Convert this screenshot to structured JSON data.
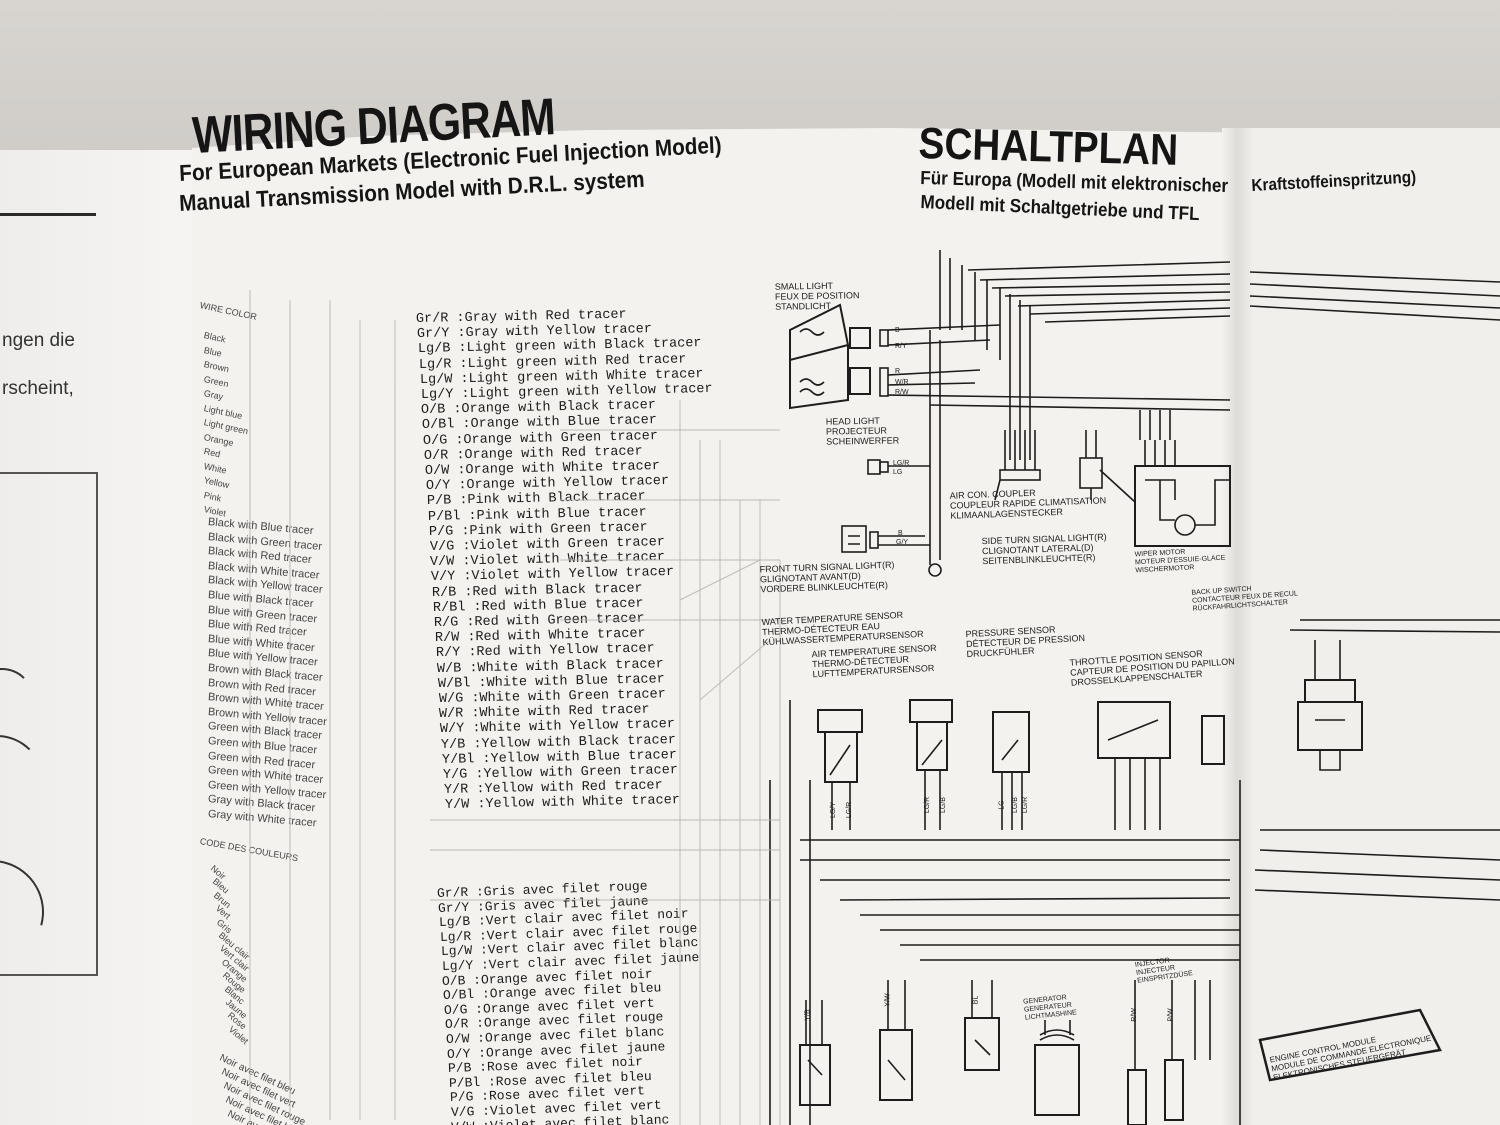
{
  "left_page": {
    "line1": "ngen die",
    "line2": "rscheint,"
  },
  "header_en": {
    "title": "WIRING DIAGRAM",
    "subtitle1": "For European Markets (Electronic Fuel Injection Model)",
    "subtitle2": "Manual Transmission Model with D.R.L. system"
  },
  "header_de": {
    "title": "SCHALTPLAN",
    "subtitle1a": "Für Europa (Modell mit elektronischer",
    "subtitle1b": "Kraftstoffeinspritzung)",
    "subtitle2": "Modell mit Schaltgetriebe und TFL"
  },
  "color_key_en": {
    "heading": "WIRE COLOR",
    "basic": [
      "Black",
      "Blue",
      "Brown",
      "Green",
      "Gray",
      "Light blue",
      "Light green",
      "Orange",
      "Red",
      "White",
      "Yellow",
      "Pink",
      "Violet"
    ],
    "tracer": [
      "Black with Blue tracer",
      "Black with Green tracer",
      "Black with Red tracer",
      "Black with White tracer",
      "Black with Yellow tracer",
      "Blue with Black tracer",
      "Blue with Green tracer",
      "Blue with Red tracer",
      "Blue with White tracer",
      "Blue with Yellow tracer",
      "Brown with Black tracer",
      "Brown with Red tracer",
      "Brown with White tracer",
      "Brown with Yellow tracer",
      "Green with Black tracer",
      "Green with Blue tracer",
      "Green with Red tracer",
      "Green with White tracer",
      "Green with Yellow tracer",
      "Gray with Black tracer",
      "Gray with White tracer"
    ],
    "coded": [
      "Gr/R  :Gray with Red tracer",
      "Gr/Y  :Gray with Yellow tracer",
      "Lg/B  :Light green with Black tracer",
      "Lg/R  :Light green with Red tracer",
      "Lg/W  :Light green with White tracer",
      "Lg/Y  :Light green with Yellow tracer",
      "O/B   :Orange with Black tracer",
      "O/Bl  :Orange with Blue tracer",
      "O/G   :Orange with Green tracer",
      "O/R   :Orange with Red tracer",
      "O/W   :Orange with White tracer",
      "O/Y   :Orange with Yellow tracer",
      "P/B   :Pink with Black tracer",
      "P/Bl  :Pink with Blue tracer",
      "P/G   :Pink with Green tracer",
      "V/G   :Violet with Green tracer",
      "V/W   :Violet with White tracer",
      "V/Y   :Violet with Yellow tracer",
      "R/B   :Red with Black tracer",
      "R/Bl  :Red with Blue tracer",
      "R/G   :Red with Green tracer",
      "R/W   :Red with White tracer",
      "R/Y   :Red with Yellow tracer",
      "W/B   :White with Black tracer",
      "W/Bl  :White with Blue tracer",
      "W/G   :White with Green tracer",
      "W/R   :White with Red tracer",
      "W/Y   :White with Yellow tracer",
      "Y/B   :Yellow with Black tracer",
      "Y/Bl  :Yellow with Blue tracer",
      "Y/G   :Yellow with Green tracer",
      "Y/R   :Yellow with Red tracer",
      "Y/W   :Yellow with White tracer"
    ]
  },
  "color_key_fr": {
    "heading": "CODE DES COULEURS",
    "basic": [
      "Noir",
      "Bleu",
      "Brun",
      "Vert",
      "Gris",
      "Bleu clair",
      "Vert clair",
      "Orange",
      "Rouge",
      "Blanc",
      "Jaune",
      "Rose",
      "Violet"
    ],
    "tracer": [
      "Noir avec filet bleu",
      "Noir avec filet vert",
      "Noir avec filet rouge",
      "Noir avec filet blanc",
      "Noir avec filet jaune"
    ],
    "coded": [
      "Gr/R  :Gris avec filet rouge",
      "Gr/Y  :Gris avec filet jaune",
      "Lg/B  :Vert clair avec filet noir",
      "Lg/R  :Vert clair avec filet rouge",
      "Lg/W  :Vert clair avec filet blanc",
      "Lg/Y  :Vert clair avec filet jaune",
      "O/B   :Orange avec filet noir",
      "O/Bl  :Orange avec filet bleu",
      "O/G   :Orange avec filet vert",
      "O/R   :Orange avec filet rouge",
      "O/W   :Orange avec filet blanc",
      "O/Y   :Orange avec filet jaune",
      "P/B   :Rose avec filet noir",
      "P/Bl  :Rose avec filet bleu",
      "P/G   :Rose avec filet vert",
      "V/G   :Violet avec filet vert",
      "V/W   :Violet avec filet blanc"
    ]
  },
  "components": {
    "small_light": [
      "SMALL LIGHT",
      "FEUX DE POSITION",
      "STANDLICHT"
    ],
    "head_light": [
      "HEAD LIGHT",
      "PROJECTEUR",
      "SCHEINWERFER"
    ],
    "air_con": [
      "AIR CON. COUPLER",
      "COUPLEUR RAPIDE CLIMATISATION",
      "KLIMAANLAGENSTECKER"
    ],
    "side_turn": [
      "SIDE TURN SIGNAL LIGHT(R)",
      "CLIGNOTANT LATERAL(D)",
      "SEITENBLINKLEUCHTE(R)"
    ],
    "front_turn": [
      "FRONT TURN SIGNAL LIGHT(R)",
      "GLIGNOTANT AVANT(D)",
      "VORDERE BLINKLEUCHTE(R)"
    ],
    "wiper": [
      "WIPER MOTOR",
      "MOTEUR D'ESSUIE-GLACE",
      "WISCHERMOTOR"
    ],
    "back_up": [
      "BACK UP SWITCH",
      "CONTACTEUR FEUX DE RECUL",
      "RÜCKFAHRLICHTSCHALTER"
    ],
    "water_temp": [
      "WATER TEMPERATURE SENSOR",
      "THERMO-DÉTECTEUR EAU",
      "KÜHLWASSERTEMPERATURSENSOR"
    ],
    "air_temp": [
      "AIR TEMPERATURE SENSOR",
      "THERMO-DÉTECTEUR",
      "LUFTTEMPERATURSENSOR"
    ],
    "pressure": [
      "PRESSURE SENSOR",
      "DÉTECTEUR DE PRESSION",
      "DRUCKFÜHLER"
    ],
    "throttle": [
      "THROTTLE POSITION SENSOR",
      "CAPTEUR DE POSITION DU PAPILLON",
      "DROSSELKLAPPENSCHALTER"
    ],
    "injector": [
      "INJECTOR",
      "INJECTEUR",
      "EINSPRITZDÜSE"
    ],
    "generator": [
      "GENERATOR",
      "GENERATEUR",
      "LICHTMASHINE"
    ],
    "ecm": [
      "ENGINE CONTROL MODULE",
      "MODULE DE COMMANDE ELECTRONIQUE",
      "ELEKTRONISCHES STEUERGERÄT"
    ]
  },
  "wire_tags": {
    "small_light": [
      "B",
      "R/Y"
    ],
    "head_light": [
      "R",
      "W/R",
      "R/W"
    ],
    "front_turn": [
      "B",
      "G/Y"
    ],
    "lg_pair": [
      "Lg/R",
      "Lg"
    ],
    "water_temp": [
      "Lg/Y",
      "Lg/R"
    ],
    "air_temp": [
      "Lg/R",
      "Lg/B"
    ],
    "pressure": [
      "Lg",
      "Lg/B",
      "Lg/R"
    ],
    "bottom": [
      "Y/B",
      "Y/W",
      "Bl",
      "R/W",
      "P/W"
    ]
  }
}
